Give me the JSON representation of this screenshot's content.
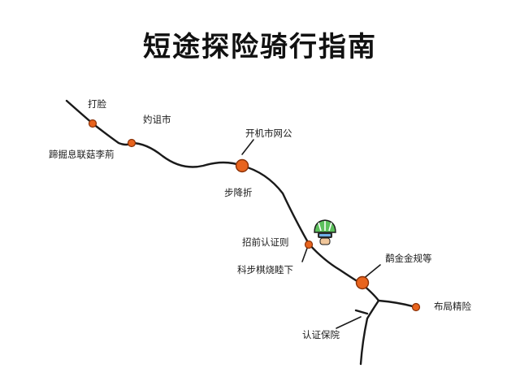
{
  "title": "短途探险骑行指南",
  "colors": {
    "route": "#1a1a1a",
    "stop": "#e8641e",
    "stop_stroke": "#8a3208",
    "helmet": "#4caf50"
  },
  "icons": {
    "rider": "cyclist-helmet-icon"
  },
  "stops": [
    {
      "id": "da-lian",
      "label": "打脸"
    },
    {
      "id": "duan-yu-shi",
      "label": "妁诅市"
    },
    {
      "id": "peng-ni-lian",
      "label": "蹄掘息联菇李荊"
    },
    {
      "id": "kai-ji-shi",
      "label": "开机市网公"
    },
    {
      "id": "bu-jiang-zhe",
      "label": "步降折"
    },
    {
      "id": "zhao-qian",
      "label": "招前认证则"
    },
    {
      "id": "ke-bu",
      "label": "科步棋烧睦下"
    },
    {
      "id": "ke-jin",
      "label": "鹬金金规等"
    },
    {
      "id": "bu-fan",
      "label": "布局精险"
    },
    {
      "id": "ren-zheng",
      "label": "认证保院"
    }
  ]
}
